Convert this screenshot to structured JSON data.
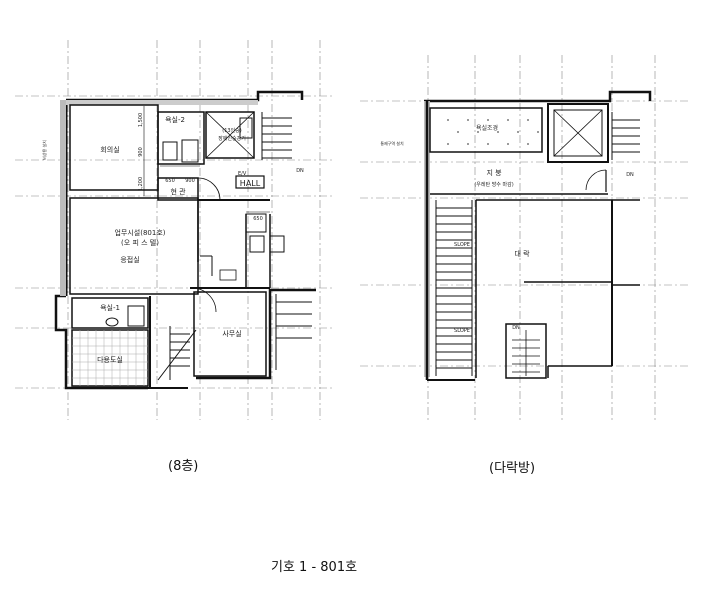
{
  "plans": {
    "left": {
      "caption": "(8층)",
      "rooms": {
        "meeting": "회의실",
        "bath2": "욕실-2",
        "stair_device": "(13인승)",
        "stair_device2": "장애인승강기",
        "entrance": "현 관",
        "hall": "HALL",
        "hall_mark": "E/V",
        "office_title": "업무시설(801호)",
        "office_sub": "(오 피 스 텔)",
        "living": "응접실",
        "bath1": "욕실-1",
        "multi": "다용도실",
        "workroom": "사무실",
        "side_note": "비상용 설치",
        "dn": "DN"
      },
      "dims": [
        "1,500",
        "900",
        "1,200",
        "650",
        "900",
        "650"
      ]
    },
    "right": {
      "caption": "(다락방)",
      "rooms": {
        "bath": "욕실조경",
        "roof": "지 붕",
        "roof_note": "(우레탄 방수 마감)",
        "attic": "대 락",
        "slope1": "SLOPE",
        "slope2": "SLOPE",
        "side_note": "통제구역 설치",
        "dn1": "DN",
        "dn2": "DN"
      }
    }
  },
  "footer": {
    "title": "기호 1 - 801호"
  }
}
